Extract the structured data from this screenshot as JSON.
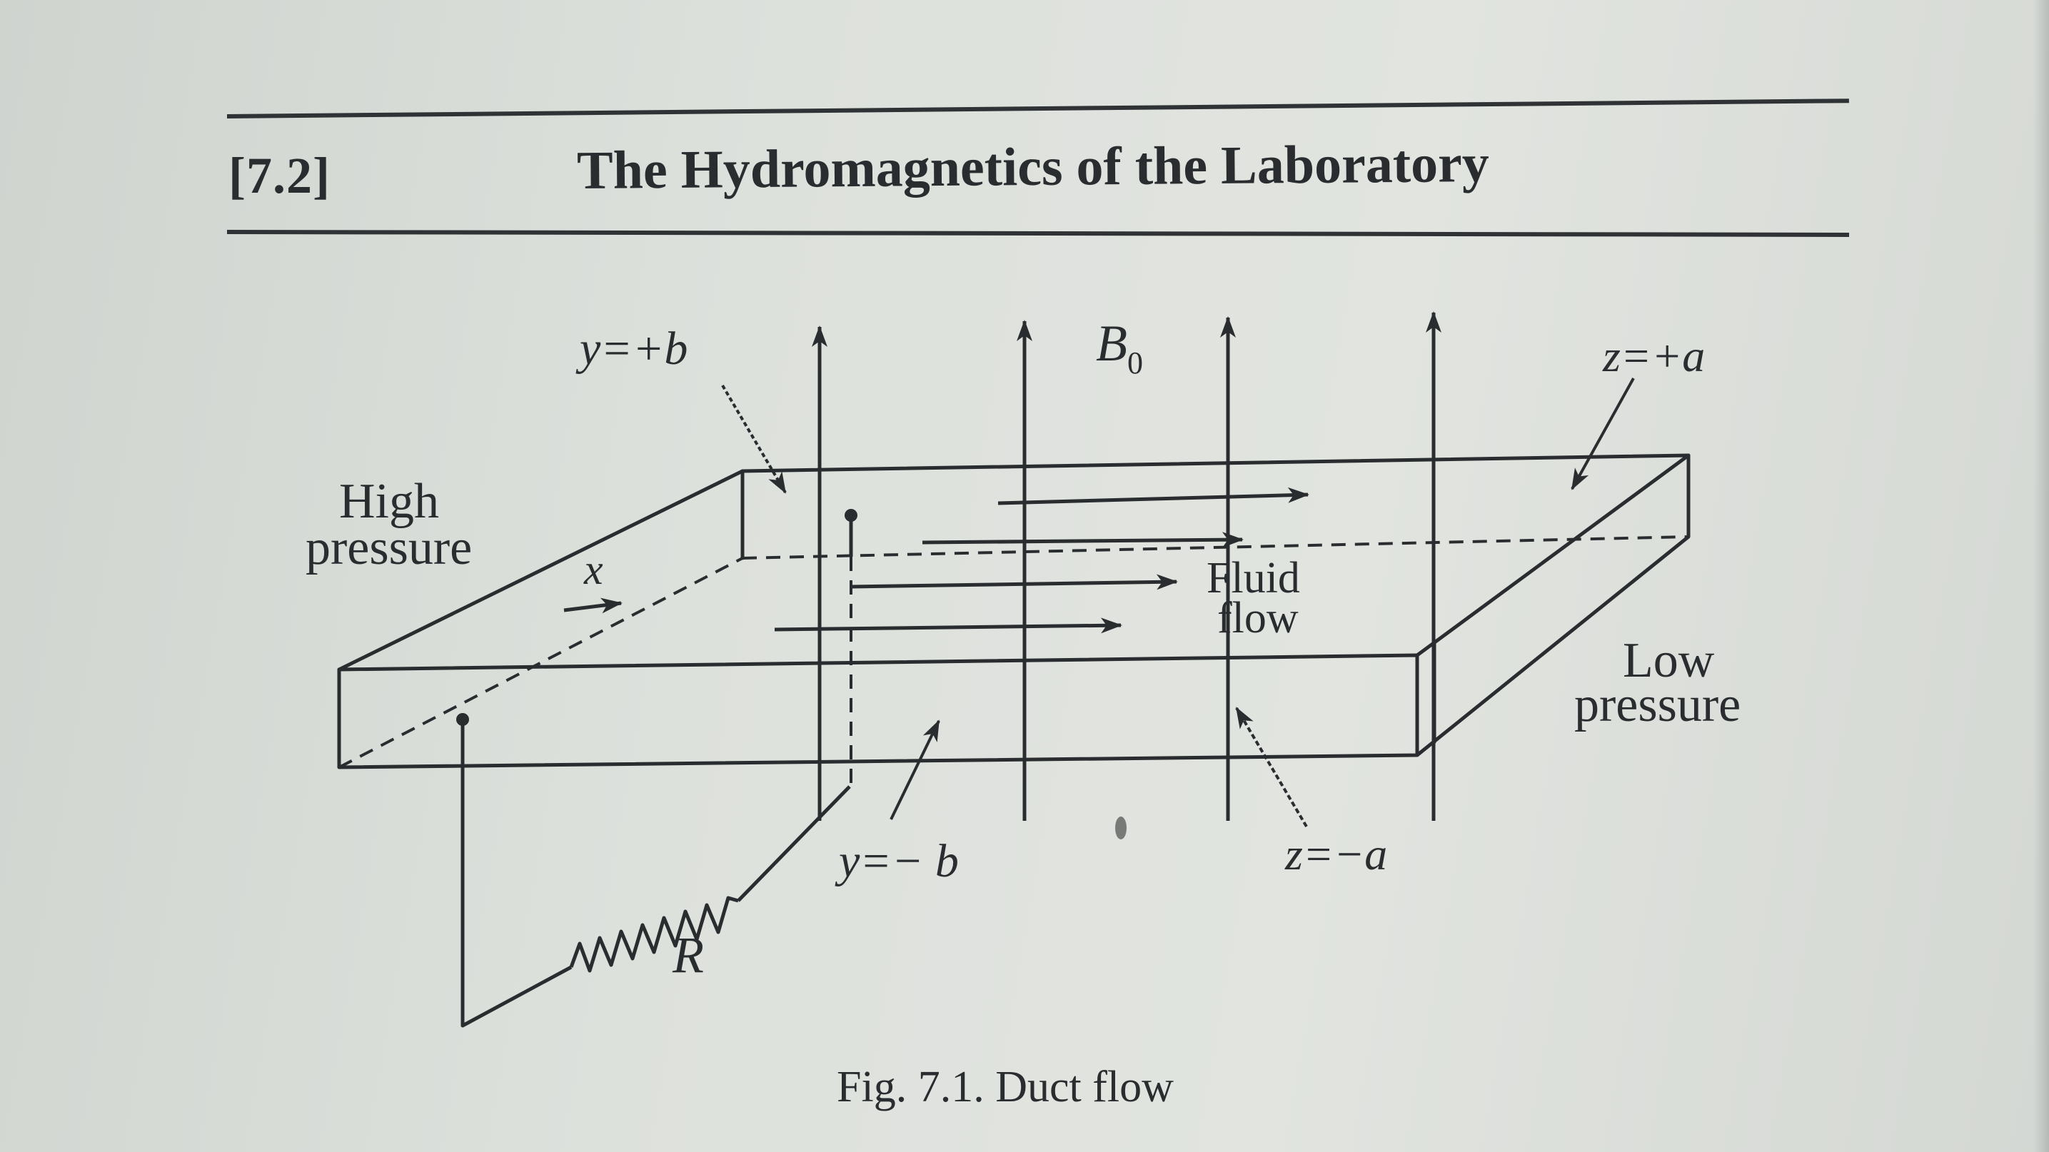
{
  "header": {
    "section_number": "[7.2]",
    "running_head": "The Hydromagnetics of the Laboratory"
  },
  "figure": {
    "labels": {
      "y_plus_b": "y=+b",
      "b0_base": "B",
      "b0_sub": "0",
      "z_plus_a": "z=+a",
      "high": "High",
      "pressure_left": "pressure",
      "x": "x",
      "fluid": "Fluid",
      "flow": "flow",
      "low": "Low",
      "pressure_right": "pressure",
      "y_minus_b": "y=− b",
      "z_minus_a": "z=−a",
      "r": "R"
    },
    "caption": "Fig. 7.1. Duct flow"
  }
}
